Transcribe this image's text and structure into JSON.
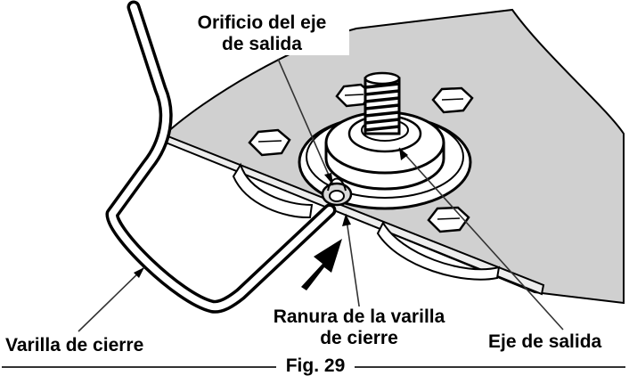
{
  "labels": {
    "orificio_line1": "Orificio del eje",
    "orificio_line2": "de salida",
    "ranura_line1": "Ranura de la varilla",
    "ranura_line2": "de cierre",
    "varilla": "Varilla de cierre",
    "eje": "Eje de salida"
  },
  "caption": "Fig. 29",
  "colors": {
    "plate": "#d0d0d0",
    "plate_front": "#ececec",
    "ink": "#000000",
    "line": "#333333"
  }
}
